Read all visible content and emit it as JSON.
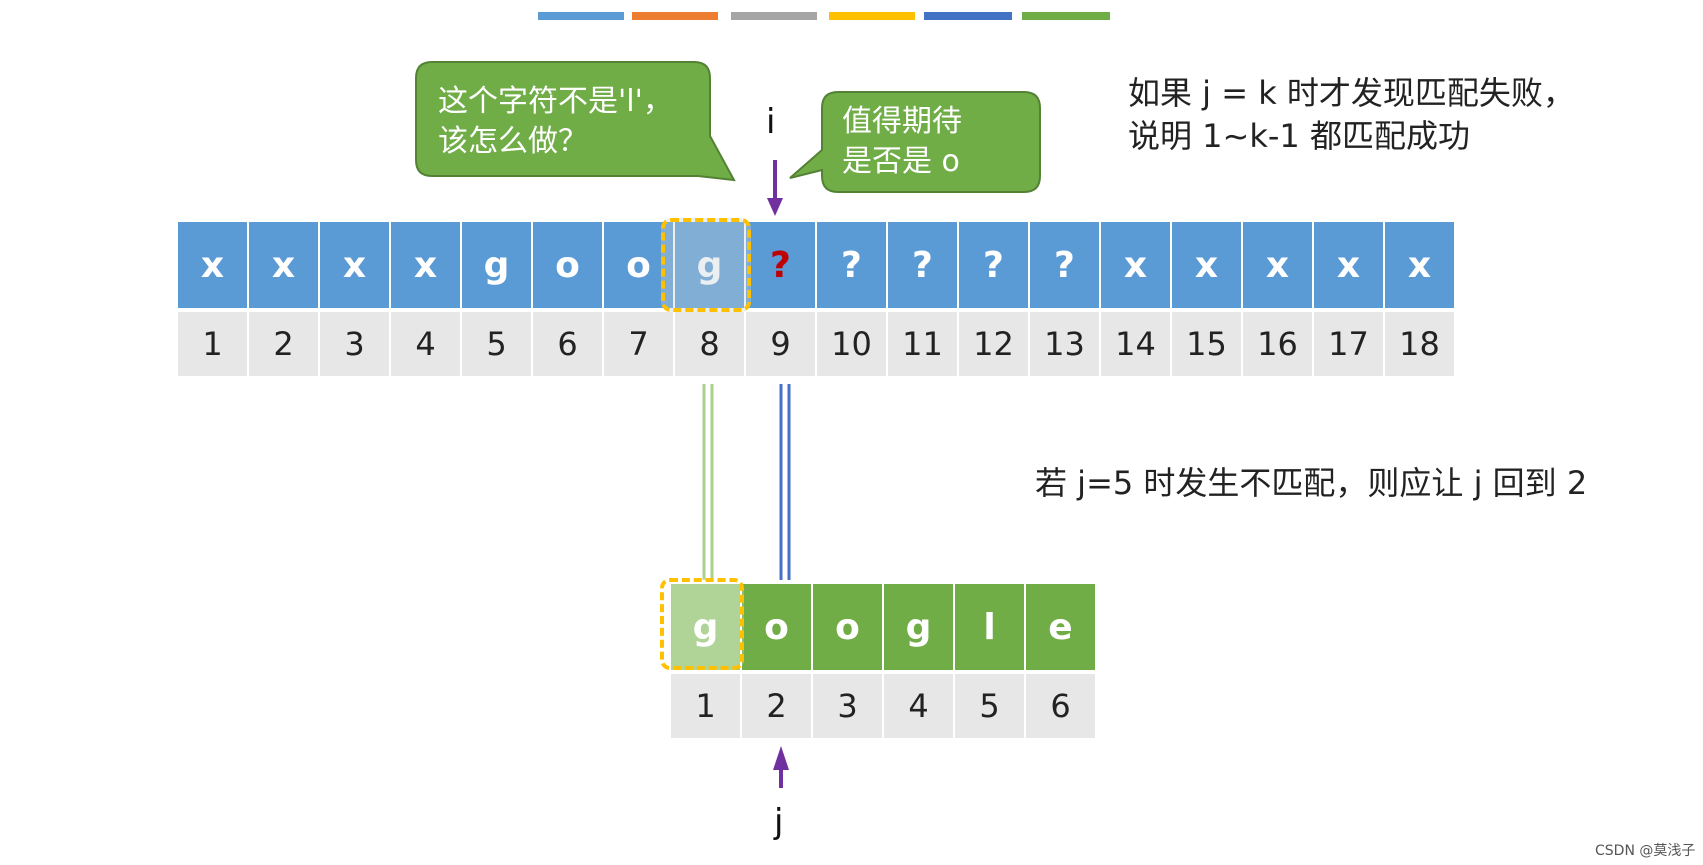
{
  "legend_colors": [
    "#5b9bd5",
    "#ed7d31",
    "#a5a5a5",
    "#ffc000",
    "#4472c4",
    "#70ad47"
  ],
  "callout_left": {
    "line1": "这个字符不是'l'，",
    "line2": "该怎么做？"
  },
  "callout_right": {
    "line1": "值得期待",
    "line2": "是否是 o"
  },
  "pointer_i": "i",
  "pointer_j": "j",
  "note_top": {
    "line1": "如果 j = k 时才发现匹配失败，",
    "line2": "说明 1~k-1 都匹配成功"
  },
  "note_mid": "若 j=5 时发生不匹配，则应让 j 回到 2",
  "main_string": {
    "chars": [
      "x",
      "x",
      "x",
      "x",
      "g",
      "o",
      "o",
      "g",
      "?",
      "?",
      "?",
      "?",
      "?",
      "x",
      "x",
      "x",
      "x",
      "x"
    ],
    "indices": [
      "1",
      "2",
      "3",
      "4",
      "5",
      "6",
      "7",
      "8",
      "9",
      "10",
      "11",
      "12",
      "13",
      "14",
      "15",
      "16",
      "17",
      "18"
    ]
  },
  "pattern": {
    "chars": [
      "g",
      "o",
      "o",
      "g",
      "l",
      "e"
    ],
    "indices": [
      "1",
      "2",
      "3",
      "4",
      "5",
      "6"
    ]
  },
  "footer": "CSDN @莫浅子"
}
